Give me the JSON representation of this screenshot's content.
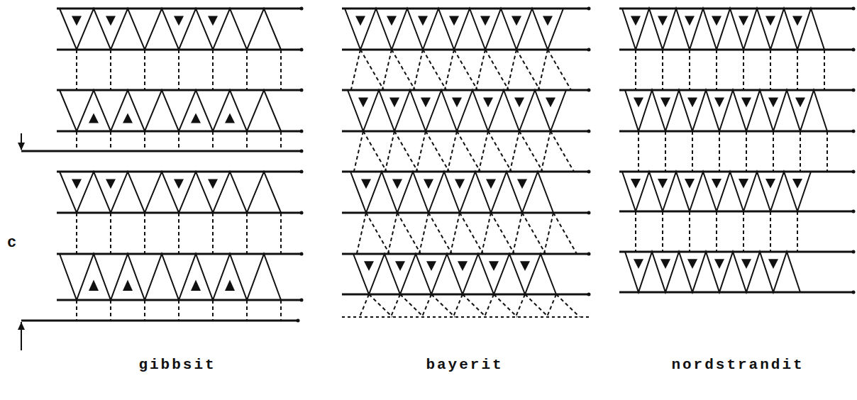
{
  "diagram": {
    "labels": [
      "c",
      "gibbsit",
      "bayerit",
      "nordstrandit"
    ]
  }
}
